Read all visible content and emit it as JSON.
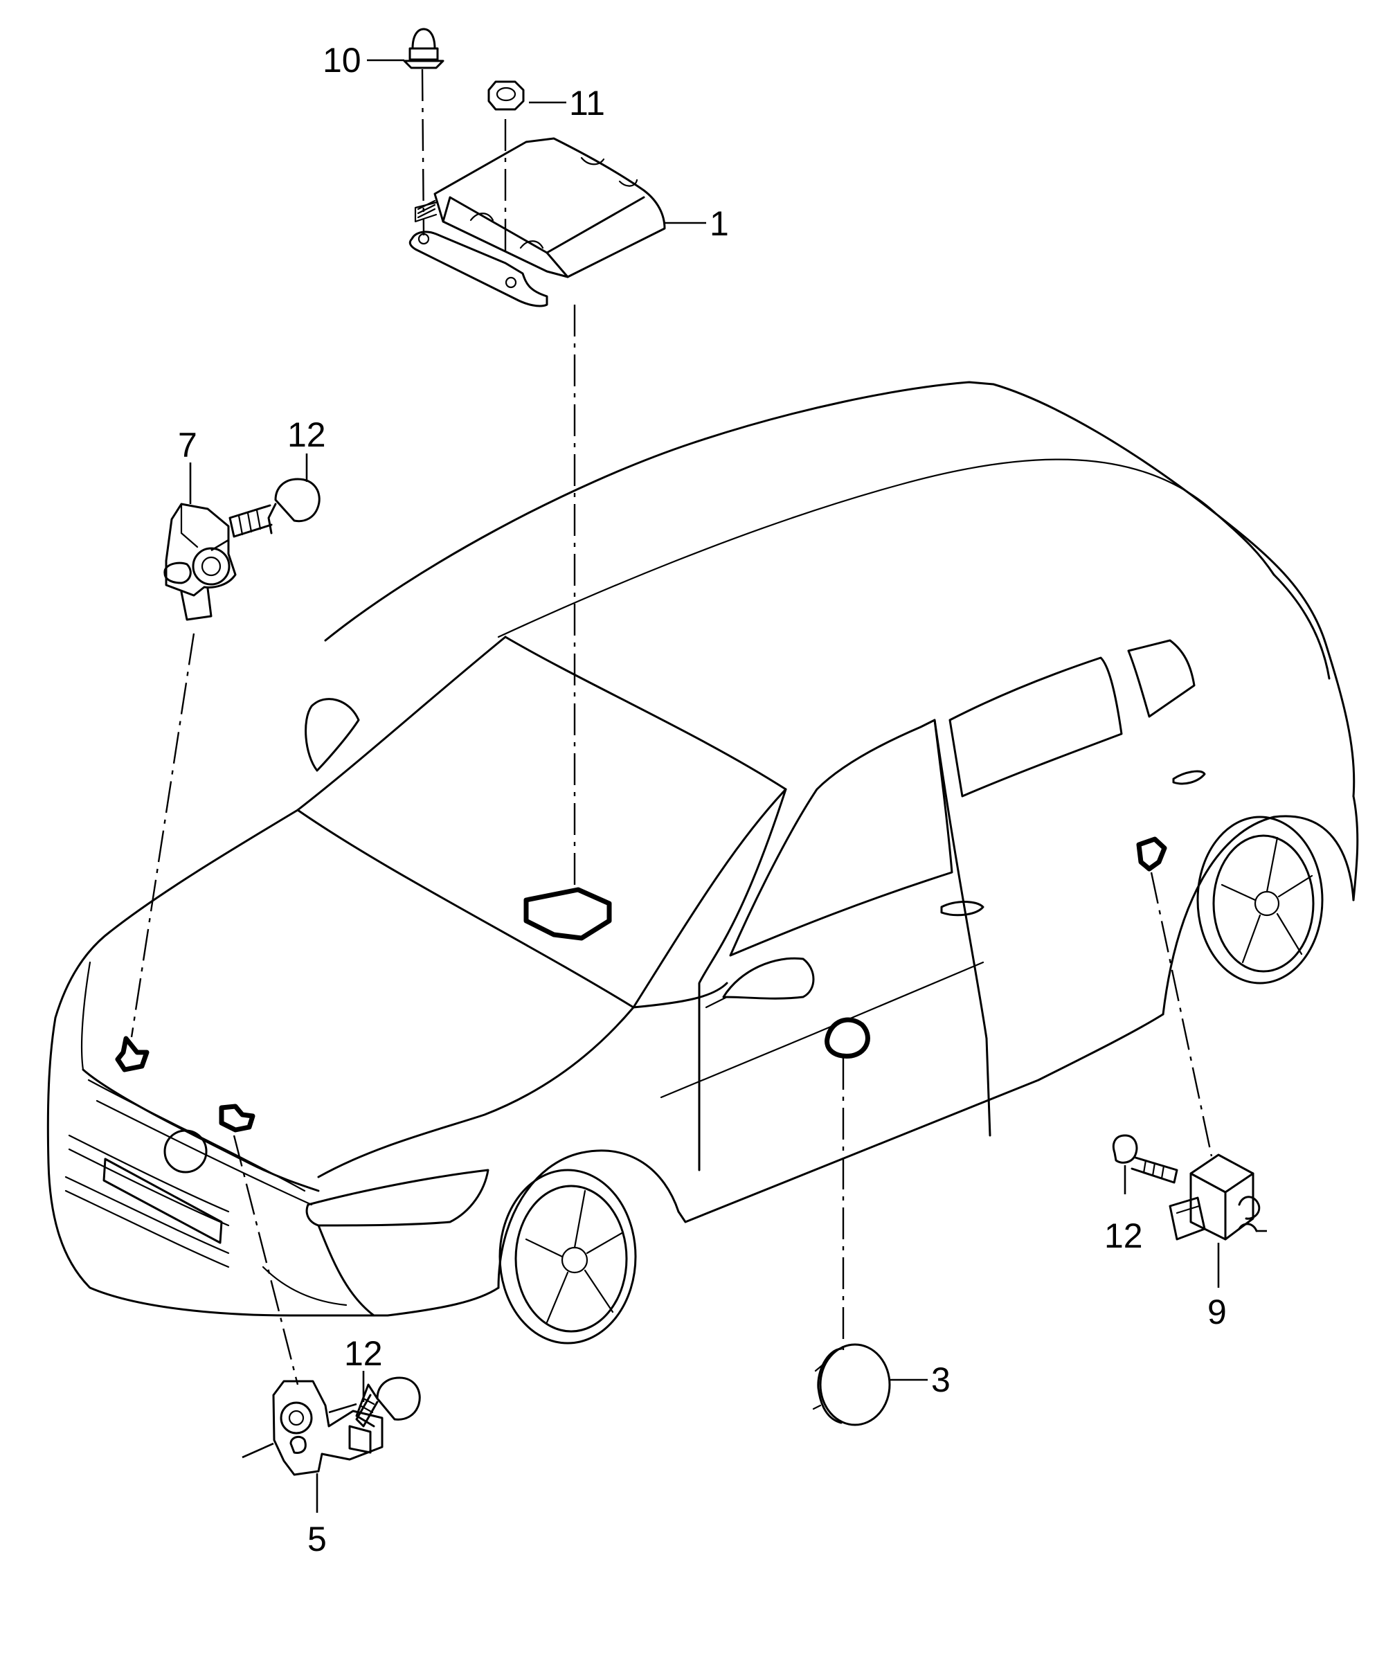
{
  "callouts": {
    "c1": "1",
    "c3": "3",
    "c5": "5",
    "c7": "7",
    "c9": "9",
    "c10": "10",
    "c11": "11",
    "c12_top": "12",
    "c12_right": "12",
    "c12_bottom": "12"
  },
  "parts": [
    {
      "id": "1",
      "kind": "airbag-control-unit-icon"
    },
    {
      "id": "3",
      "kind": "pressure-sensor-cap-icon"
    },
    {
      "id": "5",
      "kind": "front-crash-sensor-icon"
    },
    {
      "id": "7",
      "kind": "front-crash-sensor-bracket-icon"
    },
    {
      "id": "9",
      "kind": "side-crash-sensor-icon"
    },
    {
      "id": "10",
      "kind": "cap-nut-icon"
    },
    {
      "id": "11",
      "kind": "hex-nut-icon"
    },
    {
      "id": "12",
      "kind": "bolt-icon"
    }
  ]
}
